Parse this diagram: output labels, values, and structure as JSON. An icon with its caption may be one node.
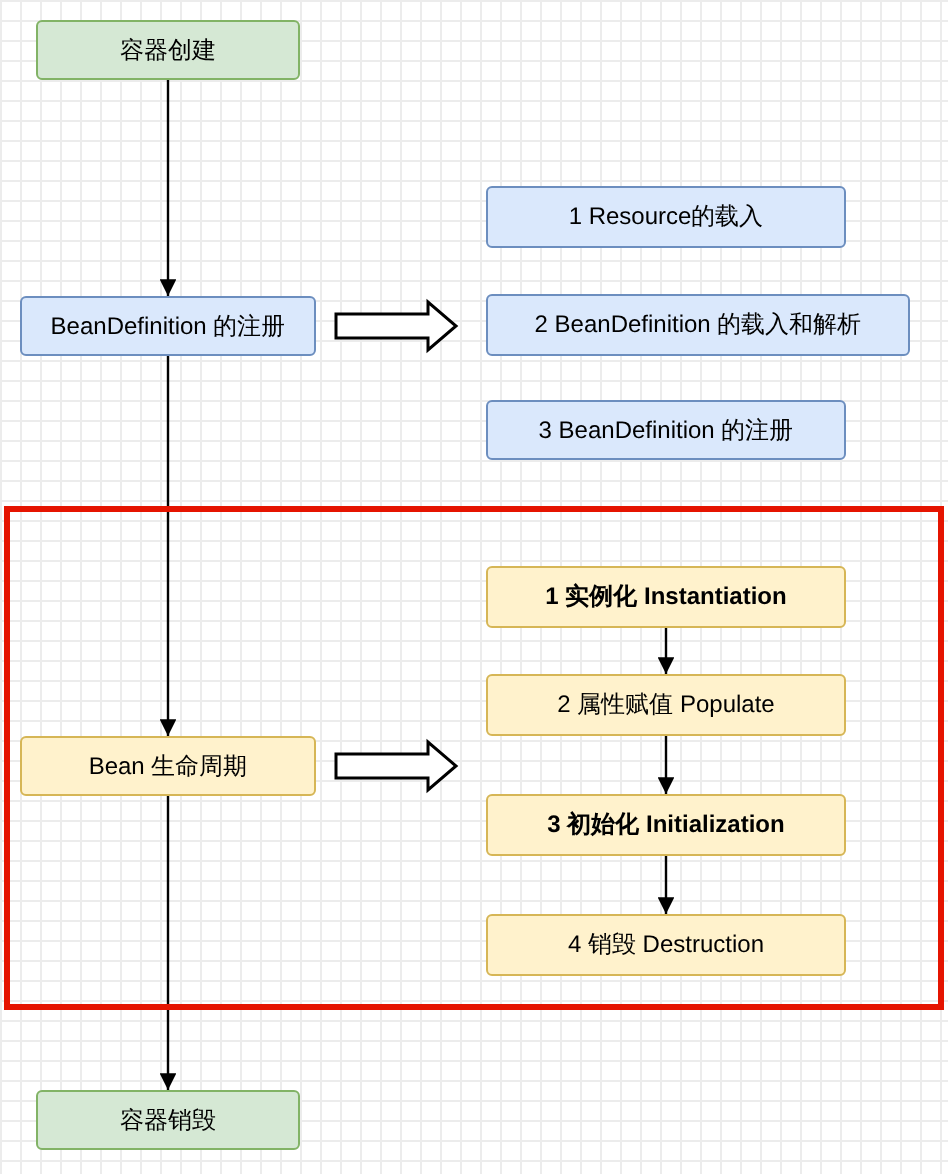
{
  "diagram": {
    "nodes": [
      {
        "text": [
          "容器创建"
        ]
      },
      {
        "text": [
          "BeanDefinition 的注册"
        ]
      },
      {
        "text": [
          "1 Resource的载入"
        ]
      },
      {
        "text": [
          "2 BeanDefinition 的载入和解析"
        ]
      },
      {
        "text": [
          "3 BeanDefinition 的注册"
        ]
      },
      {
        "text": [],
        "shape": "box"
      },
      {
        "text": [
          "Bean 生命周期"
        ],
        "in": 5
      },
      {
        "text": [
          "1 实例化 Instantiation"
        ],
        "in": 5
      },
      {
        "text": [
          "2 属性赋值 Populate"
        ],
        "in": 5
      },
      {
        "text": [
          "3 初始化 Initialization"
        ],
        "in": 5
      },
      {
        "text": [
          "4 销毁 Destruction"
        ],
        "in": 5
      },
      {
        "text": [
          "容器销毁"
        ]
      }
    ],
    "edges": [
      {
        "from": 0,
        "to": 1,
        "arrow": "to"
      },
      {
        "from": 1,
        "to": 6,
        "arrow": "to"
      },
      {
        "from": 6,
        "to": 11,
        "arrow": "to"
      },
      {
        "from": 1,
        "to": 3,
        "arrow": "to",
        "style": "thick"
      },
      {
        "from": 6,
        "to": null,
        "arrow": "to",
        "style": "thick"
      },
      {
        "from": 7,
        "to": 8,
        "arrow": "to"
      },
      {
        "from": 8,
        "to": 9,
        "arrow": "to"
      },
      {
        "from": 9,
        "to": 10,
        "arrow": "to"
      }
    ]
  }
}
